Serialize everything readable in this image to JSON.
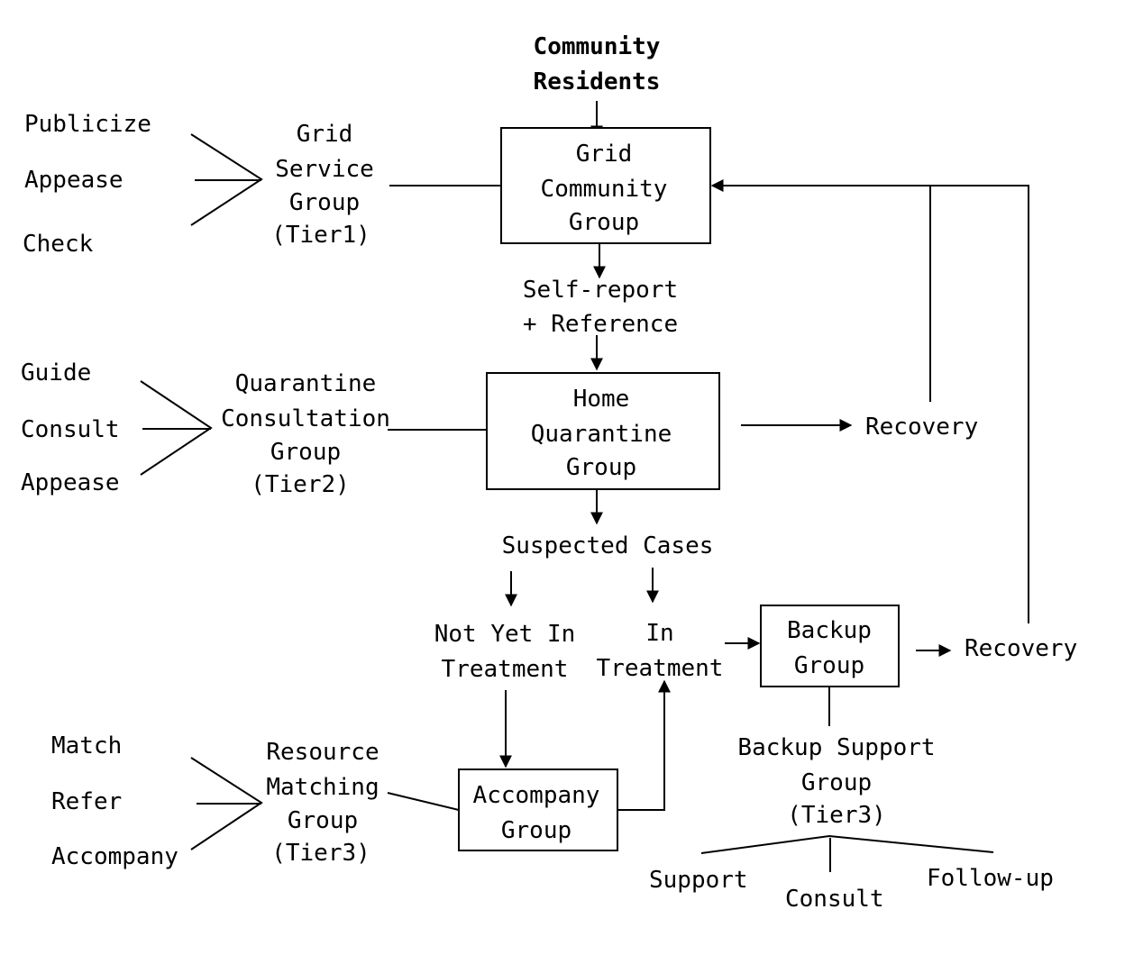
{
  "top": {
    "line1": "Community",
    "line2": "Residents"
  },
  "boxes": {
    "grid_community": [
      "Grid",
      "Community",
      "Group"
    ],
    "home_quarantine": [
      "Home",
      "Quarantine",
      "Group"
    ],
    "backup": [
      "Backup",
      "Group"
    ],
    "accompany": [
      "Accompany",
      "Group"
    ]
  },
  "groups": {
    "grid_service": [
      "Grid",
      "Service",
      "Group",
      "(Tier1)"
    ],
    "quarantine_consultation": [
      "Quarantine",
      "Consultation",
      "Group",
      "(Tier2)"
    ],
    "resource_matching": [
      "Resource",
      "Matching",
      "Group",
      "(Tier3)"
    ],
    "backup_support": [
      "Backup Support",
      "Group",
      "(Tier3)"
    ]
  },
  "tasks": {
    "tier1": [
      "Publicize",
      "Appease",
      "Check"
    ],
    "tier2": [
      "Guide",
      "Consult",
      "Appease"
    ],
    "tier3_resource": [
      "Match",
      "Refer",
      "Accompany"
    ],
    "tier3_backup": [
      "Support",
      "Consult",
      "Follow-up"
    ]
  },
  "flow": {
    "self_report": [
      "Self-report",
      "+ Reference"
    ],
    "suspected": "Suspected Cases",
    "not_yet": [
      "Not Yet In",
      "Treatment"
    ],
    "in_treatment": [
      "In",
      "Treatment"
    ],
    "recovery1": "Recovery",
    "recovery2": "Recovery"
  }
}
